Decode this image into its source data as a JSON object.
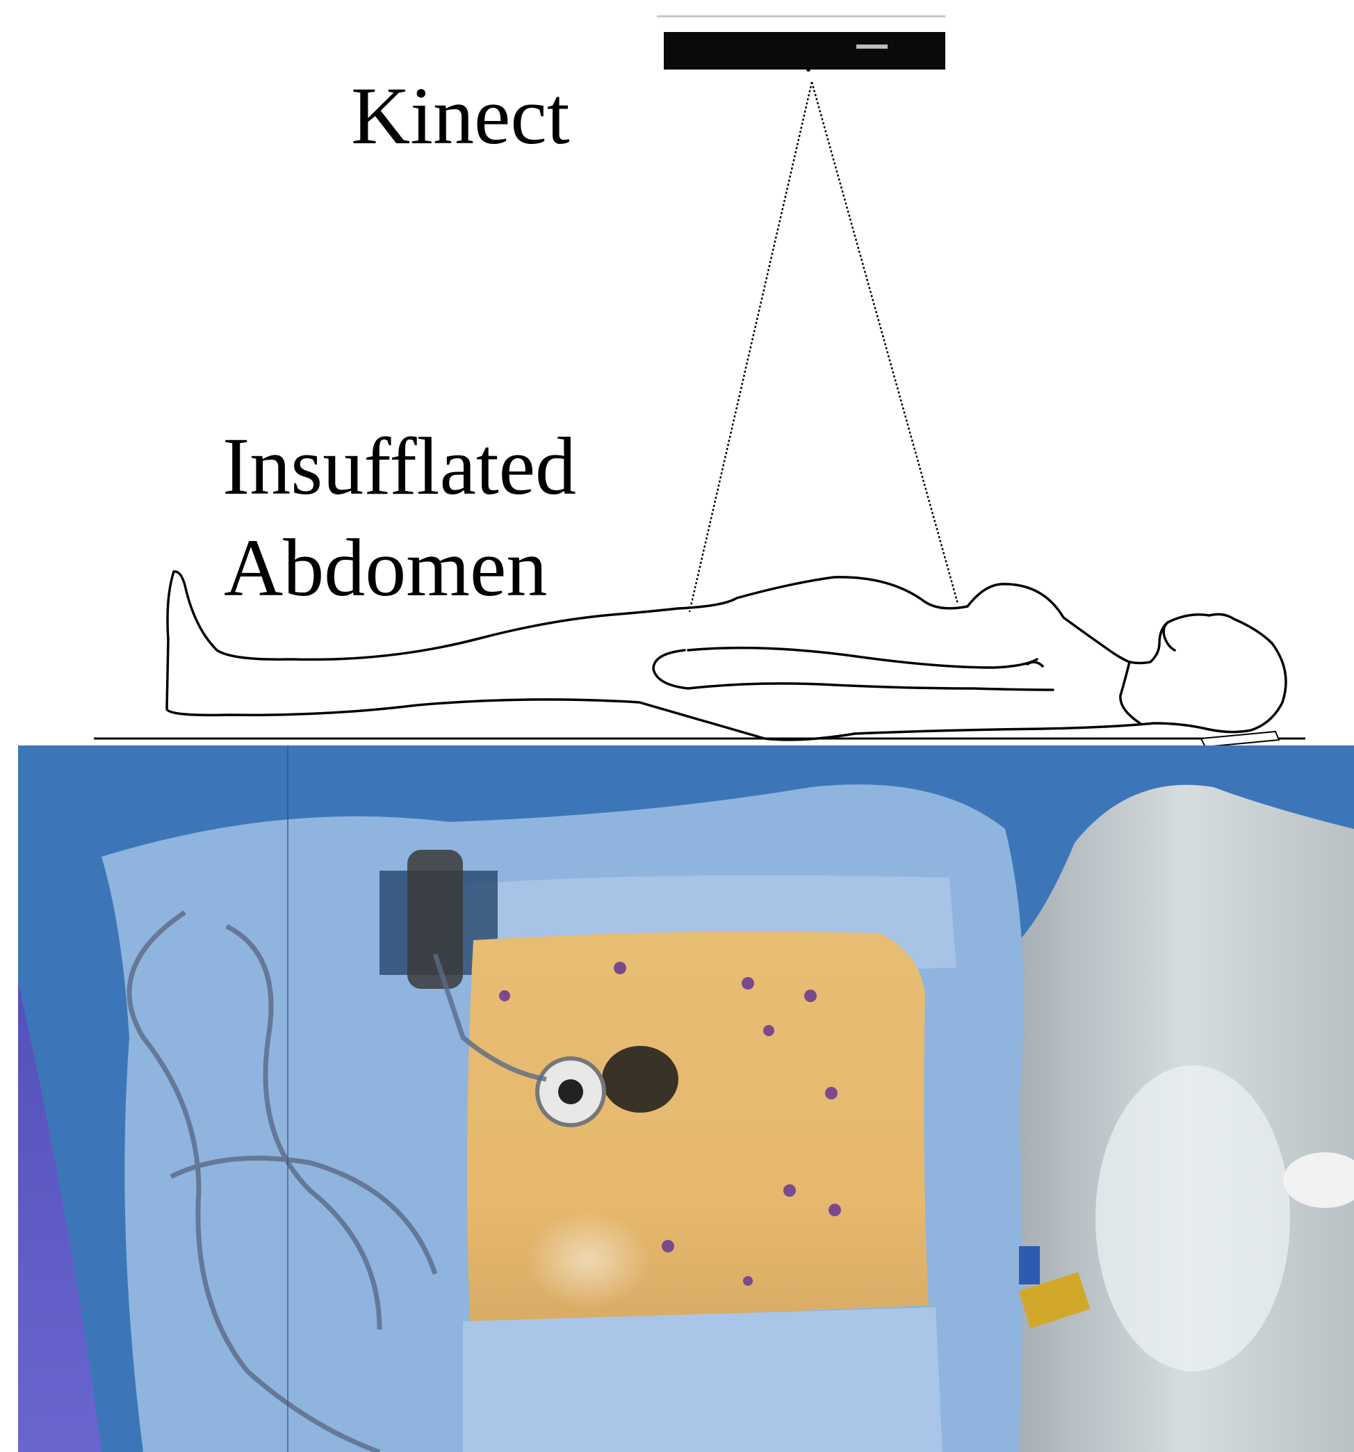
{
  "labels": {
    "kinect": "Kinect",
    "abdomen_line1": "Insufflated",
    "abdomen_line2": "Abdomen"
  },
  "colors": {
    "line": "#000000",
    "drape_blue": "#4f86c6",
    "drape_light": "#9cc0e6",
    "skin": "#e4b86e",
    "floor": "#c8d0d4",
    "violet_bg": "#5b56c2"
  },
  "icons": {
    "sensor": "kinect-sensor",
    "patient": "supine-patient-outline",
    "scene": "rgbd-point-cloud-reconstruction"
  }
}
